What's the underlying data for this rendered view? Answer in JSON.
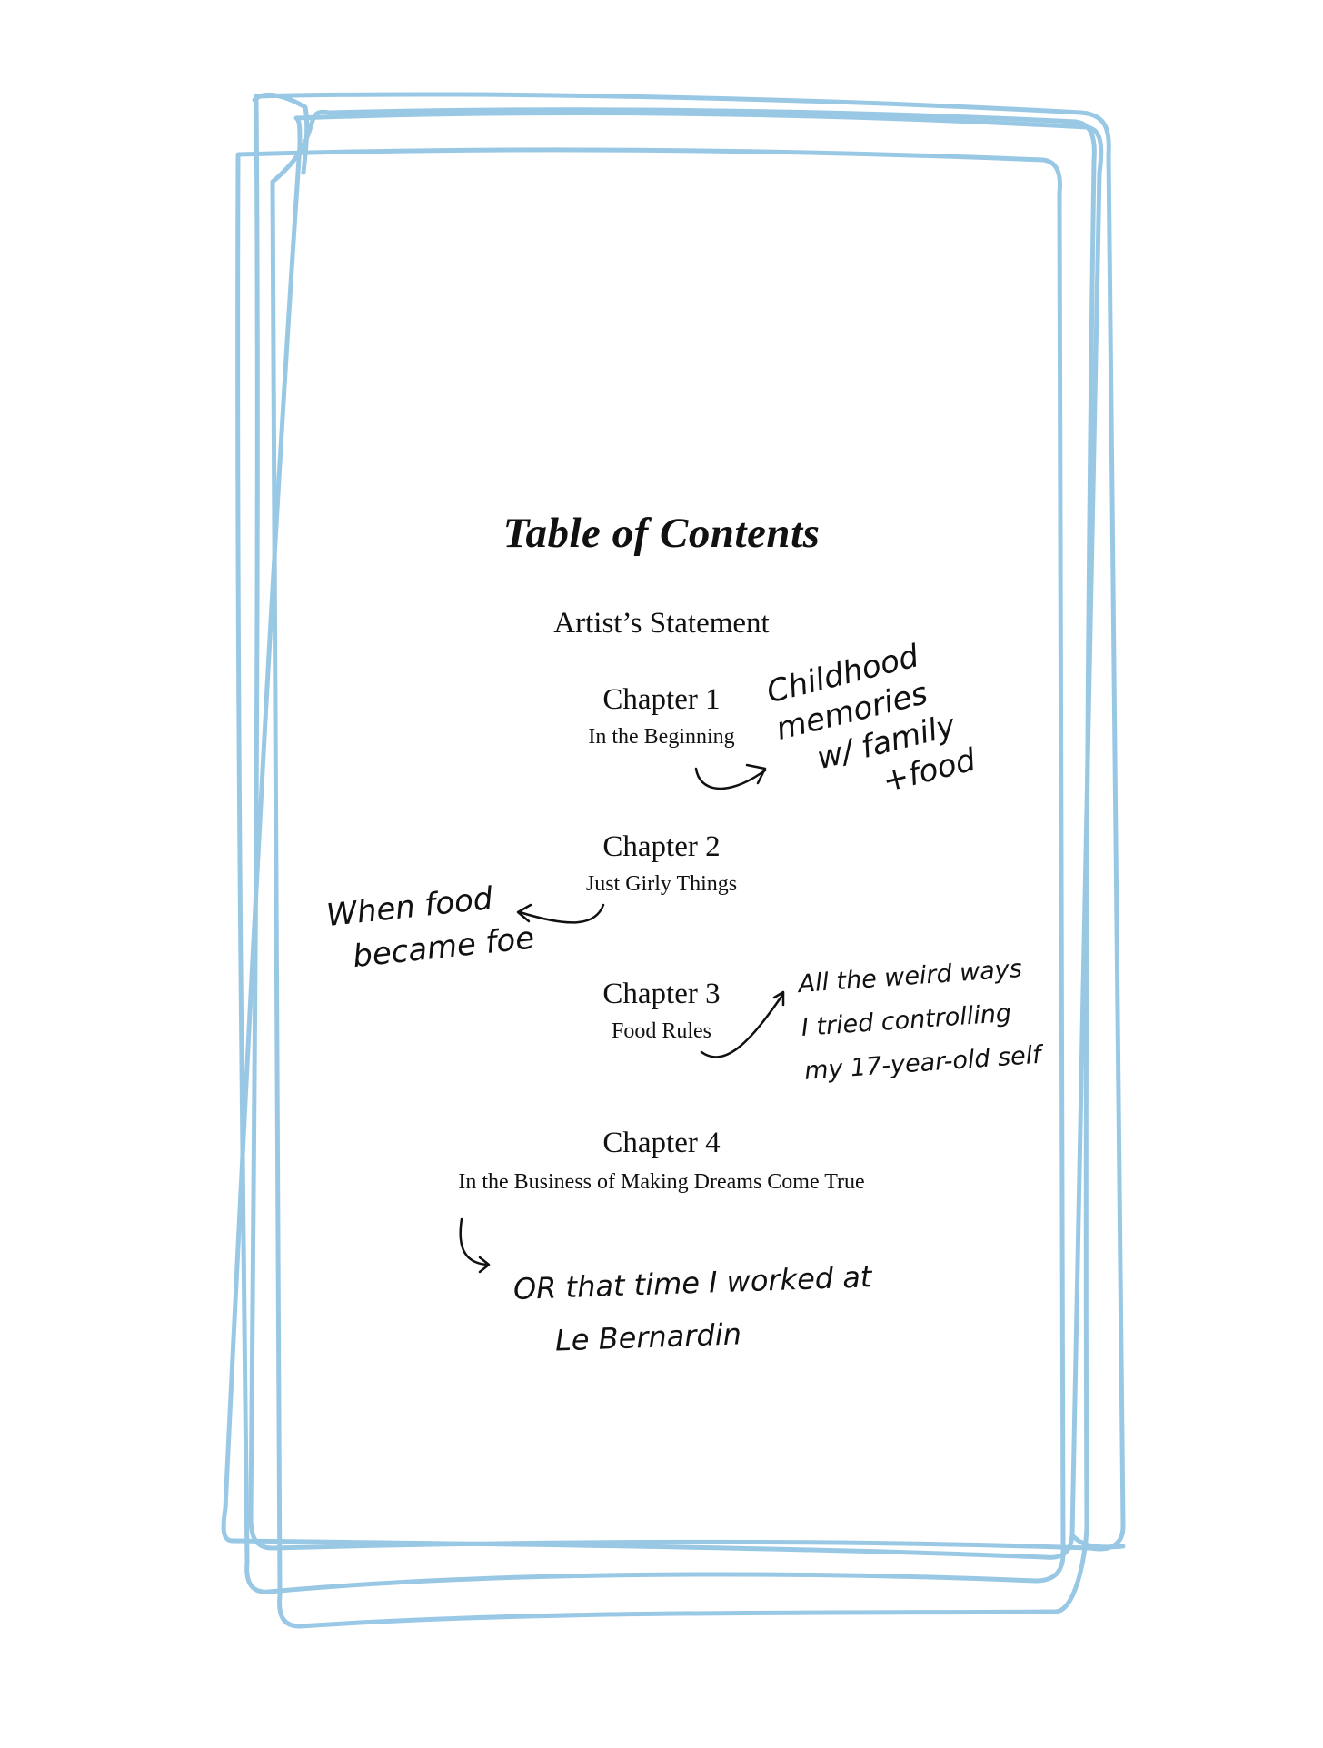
{
  "document": {
    "title": "Table of Contents",
    "artist_statement": "Artist’s Statement",
    "chapters": [
      {
        "heading": "Chapter 1",
        "subtitle": "In the Beginning"
      },
      {
        "heading": "Chapter 2",
        "subtitle": "Just Girly Things"
      },
      {
        "heading": "Chapter 3",
        "subtitle": "Food Rules"
      },
      {
        "heading": "Chapter 4",
        "subtitle": "In the Business of Making Dreams Come True"
      }
    ]
  },
  "annotations": {
    "chapter1_note": [
      "Childhood",
      "memories",
      "w/ family",
      "+food"
    ],
    "chapter2_note": [
      "When food",
      "became foe"
    ],
    "chapter3_note": [
      "All the weird ways",
      "I tried controlling",
      "my 17-year-old self"
    ],
    "chapter4_note": [
      "OR that time I worked at",
      "Le Bernardin"
    ]
  },
  "colors": {
    "frame": "#8ec3e3",
    "ink": "#111111",
    "text": "#111111"
  }
}
